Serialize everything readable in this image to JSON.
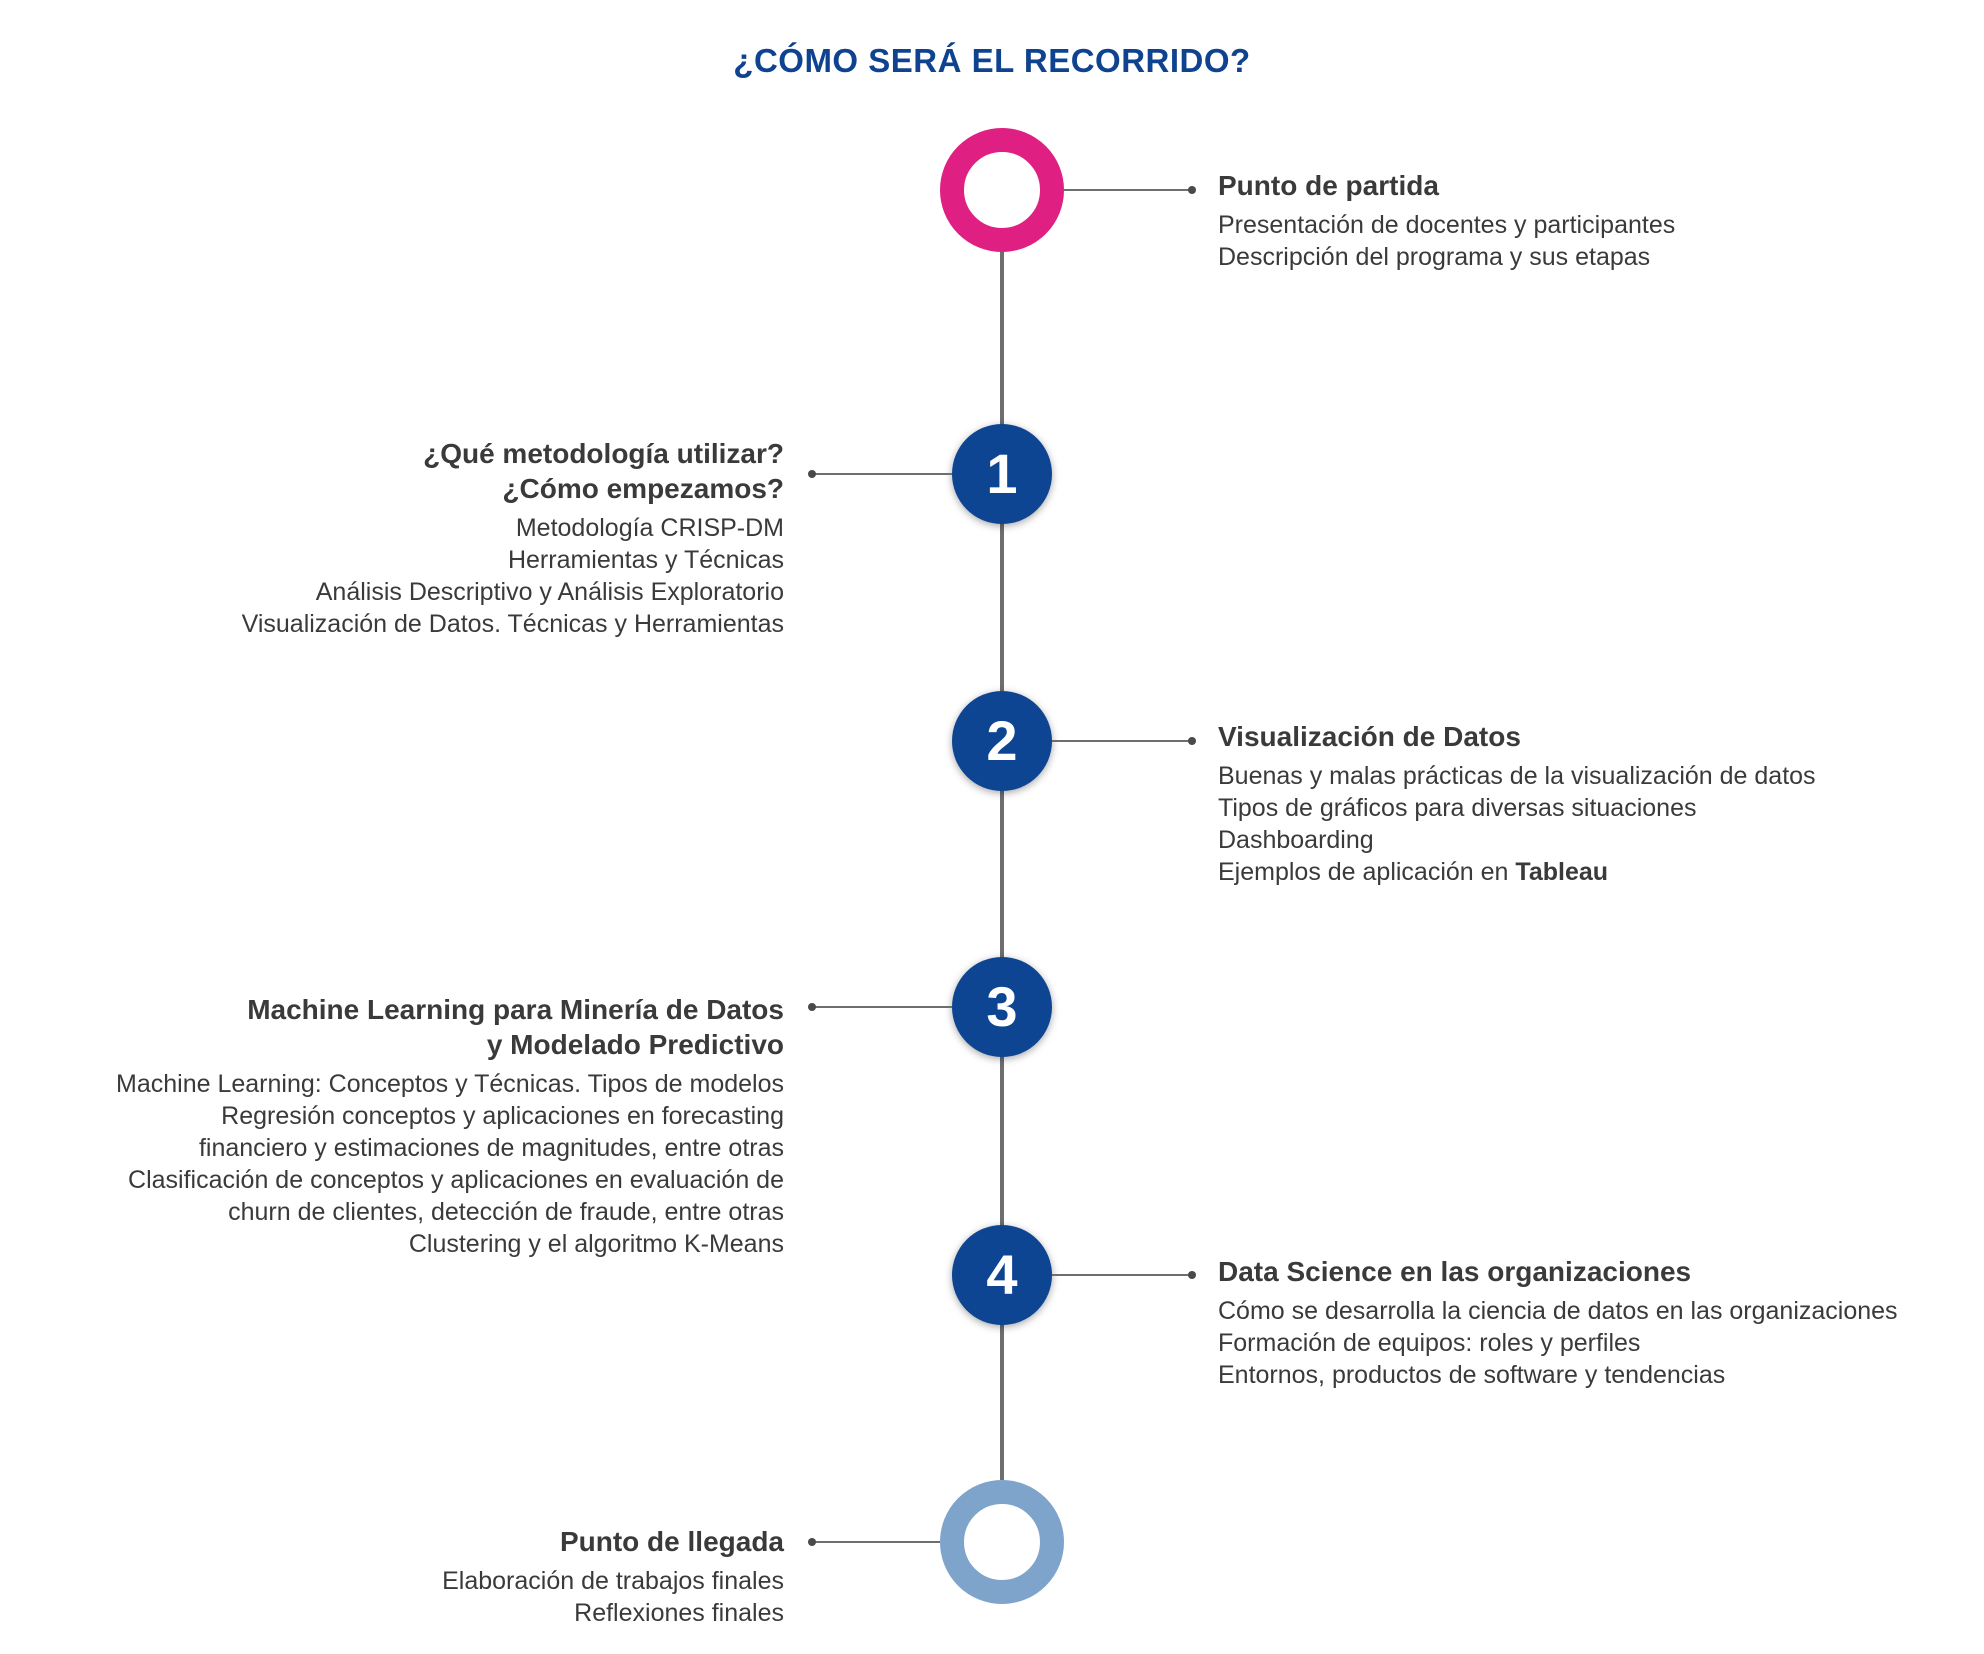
{
  "title": "¿CÓMO SERÁ EL RECORRIDO?",
  "stages": [
    {
      "marker": "",
      "heading": [
        "Punto de partida"
      ],
      "items": [
        "Presentación de docentes y participantes",
        "Descripción del programa y sus etapas"
      ]
    },
    {
      "marker": "1",
      "heading": [
        "¿Qué metodología utilizar?",
        "¿Cómo empezamos?"
      ],
      "items": [
        "Metodología CRISP-DM",
        "Herramientas y Técnicas",
        "Análisis Descriptivo y Análisis Exploratorio",
        "Visualización de Datos. Técnicas y Herramientas"
      ]
    },
    {
      "marker": "2",
      "heading": [
        "Visualización de Datos"
      ],
      "items": [
        "Buenas y malas prácticas de la visualización de datos",
        "Tipos de gráficos para diversas situaciones",
        "Dashboarding"
      ],
      "last_item_prefix": "Ejemplos de aplicación en ",
      "last_item_bold": "Tableau"
    },
    {
      "marker": "3",
      "heading": [
        "Machine Learning para Minería de Datos",
        "y Modelado Predictivo"
      ],
      "items": [
        "Machine Learning: Conceptos y Técnicas. Tipos de modelos",
        "Regresión conceptos y aplicaciones en forecasting",
        "financiero y estimaciones de magnitudes, entre otras",
        "Clasificación de conceptos y aplicaciones en evaluación de",
        "churn de clientes, detección de fraude, entre otras",
        "Clustering y el algoritmo K-Means"
      ]
    },
    {
      "marker": "4",
      "heading": [
        "Data Science en las organizaciones"
      ],
      "items": [
        "Cómo se desarrolla la ciencia de datos en las organizaciones",
        "Formación de equipos: roles y perfiles",
        "Entornos, productos de software y tendencias"
      ]
    },
    {
      "marker": "",
      "heading": [
        "Punto de llegada"
      ],
      "items": [
        "Elaboración de trabajos finales",
        "Reflexiones finales"
      ]
    }
  ],
  "colors": {
    "title": "#0f4390",
    "start_ring": "#e01f82",
    "end_ring": "#7fa4cb",
    "number_circle": "#0d4592",
    "line": "#6e6e6e"
  }
}
